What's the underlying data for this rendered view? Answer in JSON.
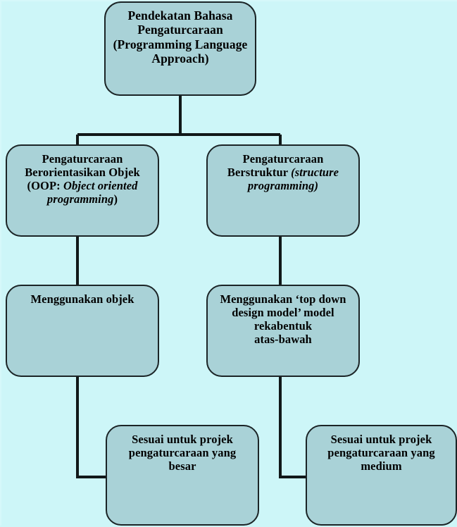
{
  "diagram": {
    "title": "Pendekatan Bahasa Pengaturcaraan (Programming Language Approach)",
    "type": "tree-flowchart",
    "background_color": "#cdf6f8",
    "node_fill_color": "#a9d2d7",
    "node_border_color": "#1b2426",
    "connector_color": "#111819",
    "nodes": {
      "root": {
        "line1": "Pendekatan Bahasa",
        "line2": "Pengaturcaraan",
        "line3": "(Programming Language",
        "line4": "Approach)"
      },
      "oop": {
        "line1": "Pengaturcaraan",
        "line2": "Berorientasikan Objek",
        "line3_prefix": "(OOP: ",
        "line3_italic": "Object oriented",
        "line4_italic": "programming",
        "line4_suffix": ")"
      },
      "structured": {
        "line1": "Pengaturcaraan",
        "line2_prefix": "Berstruktur ",
        "line2_italic": "(structure",
        "line3_italic": "programming)"
      },
      "objek": {
        "line1": "Menggunakan objek"
      },
      "topdown": {
        "line1": "Menggunakan ‘top down",
        "line2": "design model’ model",
        "line3": "rekabentuk",
        "line4": "atas-bawah"
      },
      "besar": {
        "line1": "Sesuai untuk projek",
        "line2": "pengaturcaraan yang",
        "line3": "besar"
      },
      "medium": {
        "line1": "Sesuai untuk projek",
        "line2": "pengaturcaraan yang",
        "line3": "medium"
      }
    },
    "edges": [
      {
        "from": "root",
        "to": "oop"
      },
      {
        "from": "root",
        "to": "structured"
      },
      {
        "from": "oop",
        "to": "objek"
      },
      {
        "from": "structured",
        "to": "topdown"
      },
      {
        "from": "objek",
        "to": "besar"
      },
      {
        "from": "topdown",
        "to": "medium"
      }
    ]
  }
}
